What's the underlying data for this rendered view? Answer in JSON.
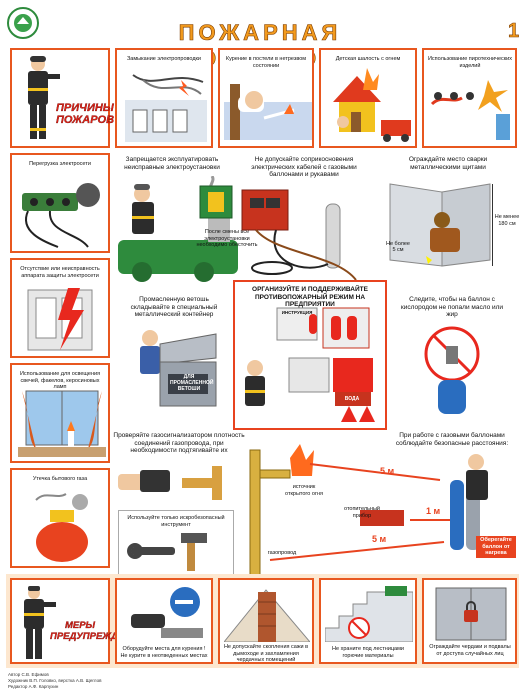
{
  "header": {
    "title": "ПОЖАРНАЯ БЕЗОПАСНОСТЬ",
    "sheet_number": "1"
  },
  "causes": {
    "heading": "ПРИЧИНЫ ПОЖАРОВ",
    "items": [
      "Замыкание электропроводки",
      "Курение в постели в нетрезвом состоянии",
      "Детская шалость с огнем",
      "Использование пиротехнических изделий",
      "Перегрузка электросети",
      "Отсутствие или неисправность аппарата защиты электросети",
      "Использование для освещения свечей, факелов, керосиновых ламп",
      "Утечка бытового газа"
    ]
  },
  "rules": {
    "equipment": "Запрещается эксплуатировать неисправные электроустановки",
    "after_shift": "После смены все электроустановки необходимо обесточить",
    "cables": "Не допускайте соприкосновения электрических кабелей с газовыми баллонами и рукавами",
    "welding": "Ограждайте место сварки металлическими щитами",
    "height_top": "Не менее",
    "height_value": "180 см",
    "gap_top": "Не более",
    "gap_value": "5 см",
    "rags": "Промасленную ветошь складывайте в специальный металлический контейнер",
    "container_label": "ДЛЯ ПРОМАСЛЕННОЙ ВЕТОШИ",
    "oil": "Следите, чтобы на баллон с кислородом не попали масло или жир",
    "gas_check": "Проверяйте газосигнализатором плотность соединений газопровода, при необходимости подтягивайте их",
    "tools": "Используйте только искробезопасный инструмент",
    "cylinders": "При работе с газовыми баллонами соблюдайте безопасные расстояния:",
    "fire_source": "источник открытого огня",
    "heater": "отопительный прибор",
    "pipeline": "газопровод",
    "keep_away": "Оберегайте баллон от нагрева",
    "dist_5m_top": "5 м",
    "dist_1m": "1 м",
    "dist_5m_bottom": "5 м"
  },
  "center": {
    "title": "ОРГАНИЗУЙТЕ И ПОДДЕРЖИВАЙТЕ ПРОТИВОПОЖАРНЫЙ РЕЖИМ НА ПРЕДПРИЯТИИ",
    "board_label": "ИНСТРУКЦИЯ",
    "water_label": "ВОДА"
  },
  "prevention": {
    "heading": "МЕРЫ ПРЕДУПРЕЖДЕНИЯ",
    "items": [
      "Оборудуйте места для курения ! Не курите в неотведенных местах",
      "Не допускайте скопления сажи в дымоходе и захламления чердачных помещений",
      "Не храните под лестницами горючие материалы",
      "Ограждайте чердаки и подвалы от доступа случайных лиц"
    ]
  },
  "credits": [
    "Автор С.В. Ефимов",
    "Художник В.П. Головко, верстка А.В. Щеглов",
    "Редактор А.Ф. Карпухин"
  ],
  "colors": {
    "accent": "#e8571f",
    "title": "#f29a1e",
    "red_text": "#e02418",
    "band": "#fde7cf"
  }
}
